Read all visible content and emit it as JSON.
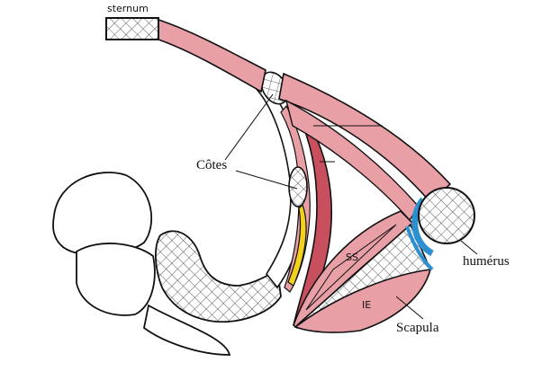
{
  "labels": {
    "sternum": "sternum",
    "cotes": "Côtes",
    "humerus": "humérus",
    "scapula": "Scapula",
    "ss": "SS",
    "ie": "IE"
  },
  "colors": {
    "muscle": "#e8a0a6",
    "muscle_dark": "#c8505e",
    "yellow": "#f2d21c",
    "blue": "#2c8fd0",
    "outline": "#1a1a1a"
  }
}
